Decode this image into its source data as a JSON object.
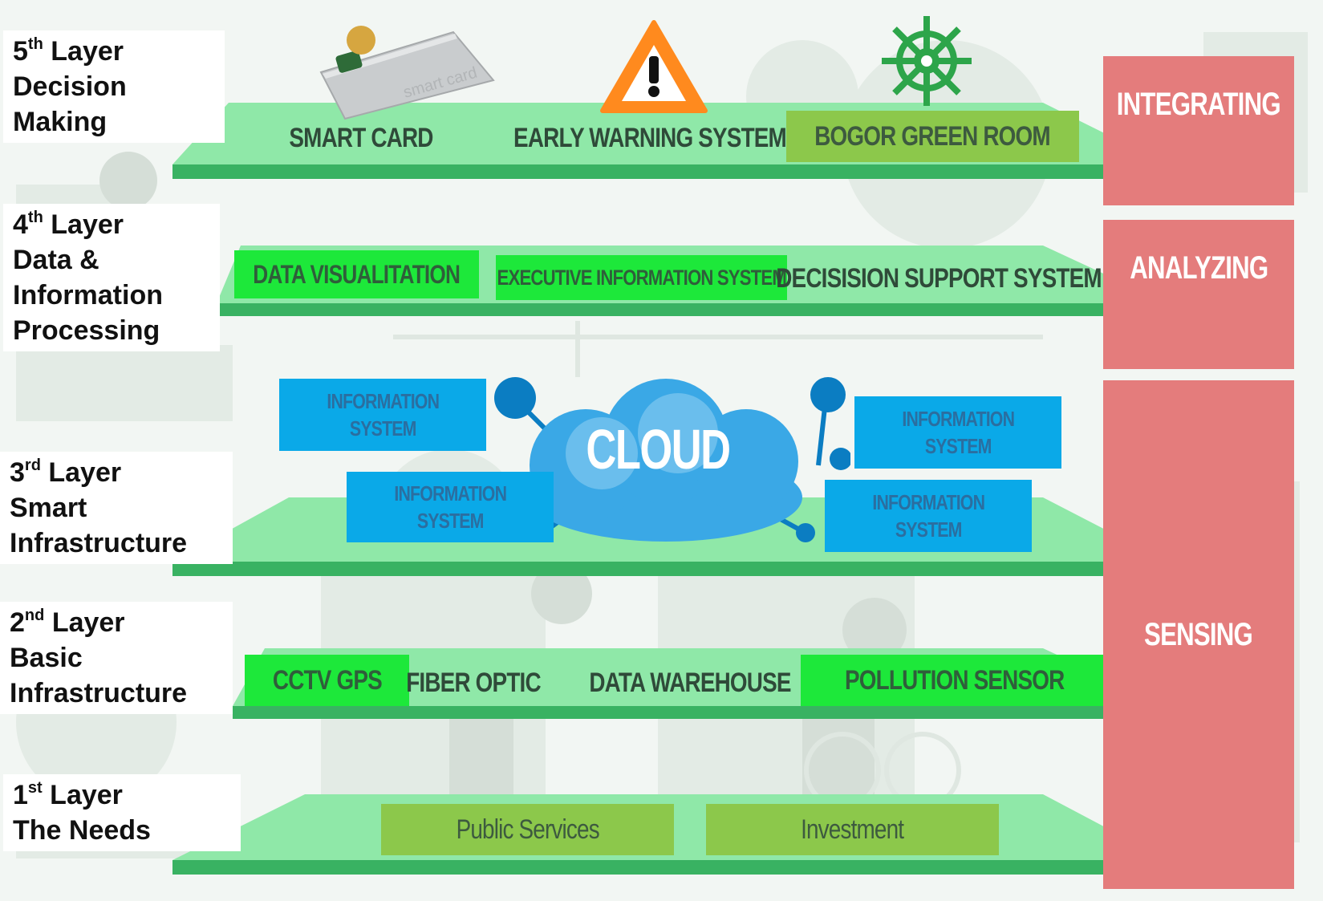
{
  "layers": [
    {
      "ordinal": "5",
      "suffix": "th",
      "word": "Layer",
      "lines": [
        "Decision",
        "Making"
      ]
    },
    {
      "ordinal": "4",
      "suffix": "th",
      "word": "Layer",
      "lines": [
        "Data &",
        "Information",
        "Processing"
      ]
    },
    {
      "ordinal": "3",
      "suffix": "rd",
      "word": "Layer",
      "lines": [
        "Smart",
        "Infrastructure"
      ]
    },
    {
      "ordinal": "2",
      "suffix": "nd",
      "word": "Layer",
      "lines": [
        "Basic",
        "Infrastructure"
      ]
    },
    {
      "ordinal": "1",
      "suffix": "st",
      "word": "Layer",
      "lines": [
        "The Needs"
      ]
    }
  ],
  "layer5": {
    "smart_card": "SMART CARD",
    "smart_card_print": "smart card",
    "early_warning": "EARLY WARNING SYSTEM",
    "green_room": "BOGOR  GREEN  ROOM"
  },
  "layer4": {
    "data_vis": "DATA VISUALITATION",
    "exec_info": "EXECUTIVE  INFORMATION  SYSTEM",
    "dss": "DECISISION SUPPORT SYSTEM"
  },
  "layer3": {
    "cloud": "CLOUD",
    "info_line1": "INFORMATION",
    "info_line2": "SYSTEM"
  },
  "layer2": {
    "cctv_gps": "CCTV   GPS",
    "fiber": "FIBER OPTIC",
    "warehouse": "DATA WAREHOUSE",
    "pollution": "POLLUTION  SENSOR"
  },
  "layer1": {
    "public": "Public  Services",
    "investment": "Investment"
  },
  "sidebar": {
    "integrating": "INTEGRATING",
    "analyzing": "ANALYZING",
    "sensing": "SENSING"
  },
  "colors": {
    "platform_top": "#8fe8a8",
    "platform_edge": "#39b262",
    "bright_green": "#1de83a",
    "olive_green": "#8cc84b",
    "info_blue": "#0aa9e8",
    "side_red": "#e47c7c"
  }
}
